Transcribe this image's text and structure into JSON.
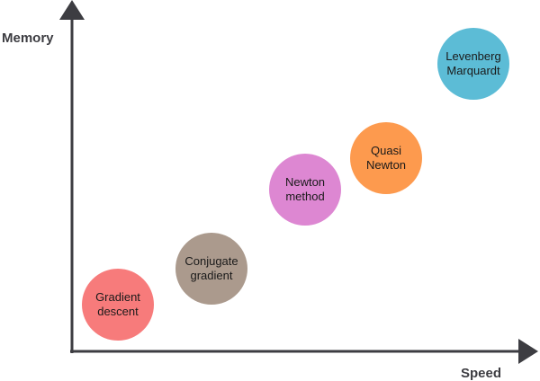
{
  "axes": {
    "y_label": "Memory",
    "x_label": "Speed",
    "color": "#3d3d42"
  },
  "methods": [
    {
      "id": "gradient-descent",
      "lines": [
        "Gradient",
        "descent"
      ],
      "color": "#f77b7b"
    },
    {
      "id": "conjugate-gradient",
      "lines": [
        "Conjugate",
        "gradient"
      ],
      "color": "#ab9a8d"
    },
    {
      "id": "newton-method",
      "lines": [
        "Newton",
        "method"
      ],
      "color": "#dd87d2"
    },
    {
      "id": "quasi-newton",
      "lines": [
        "Quasi",
        "Newton"
      ],
      "color": "#fd9a4e"
    },
    {
      "id": "levenberg-marquardt",
      "lines": [
        "Levenberg",
        "Marquardt"
      ],
      "color": "#5cbcd6"
    }
  ]
}
